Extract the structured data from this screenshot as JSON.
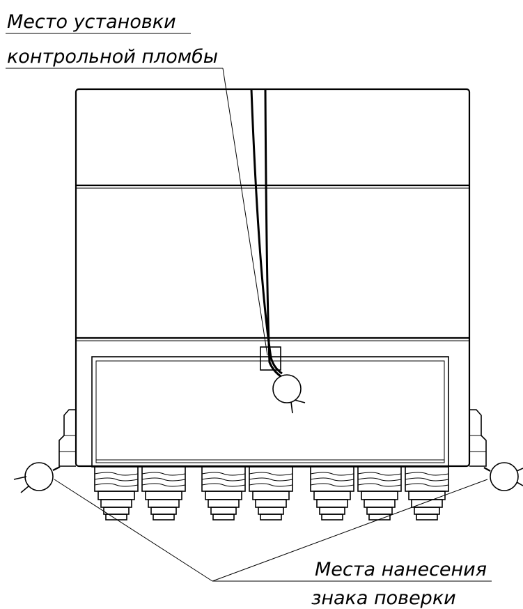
{
  "callouts": {
    "seal_location": {
      "line1": "Место установки",
      "line2": "контрольной пломбы"
    },
    "verification_mark": {
      "line1": "Места нанесения",
      "line2": "знака поверки"
    }
  },
  "colors": {
    "stroke": "#000000",
    "background": "#ffffff"
  }
}
